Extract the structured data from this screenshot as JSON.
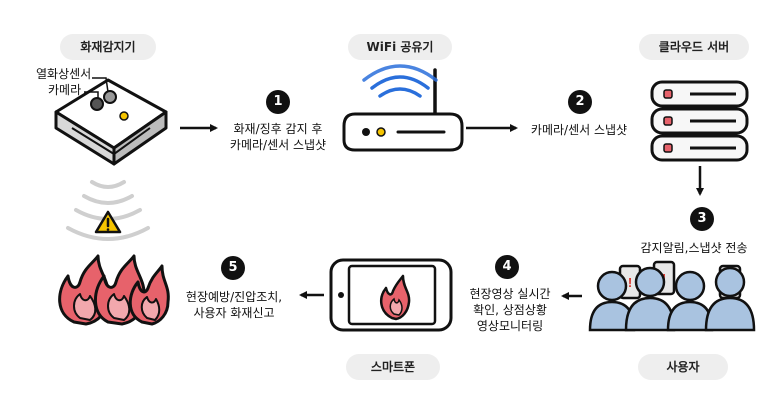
{
  "nodes": {
    "detector": {
      "label": "화재감지기",
      "sensor_label": "열화상센서",
      "camera_label": "카메라"
    },
    "router": {
      "label": "WiFi 공유기"
    },
    "server": {
      "label": "클라우드 서버"
    },
    "users": {
      "label": "사용자"
    },
    "smartphone": {
      "label": "스마트폰"
    }
  },
  "steps": [
    {
      "number": "1",
      "line1": "화재/징후 감지 후",
      "line2": "카메라/센서 스냅샷"
    },
    {
      "number": "2",
      "line1": "카메라/센서 스냅샷"
    },
    {
      "number": "3",
      "line1": "감지알림,스냅샷 전송"
    },
    {
      "number": "4",
      "line1": "현장영상 실시간",
      "line2": "확인, 상점상황",
      "line3": "영상모니터링"
    },
    {
      "number": "5",
      "line1": "현장예방/진압조치,",
      "line2": "사용자 화재신고"
    }
  ],
  "colors": {
    "dark": "#111111",
    "router_signal": "#2a6fdb",
    "fire": "#e7626b",
    "fire_inner": "#f2a8ad",
    "user_body": "#a9c3e0",
    "alert_red": "#d9342b",
    "warning": "#f5c400",
    "wave": "#cfcfcf",
    "pill_bg": "#eeeeee"
  },
  "icons": [
    "fire-detector-icon",
    "wifi-router-icon",
    "server-icon",
    "users-icon",
    "smartphone-icon",
    "fire-icon",
    "warning-icon"
  ]
}
